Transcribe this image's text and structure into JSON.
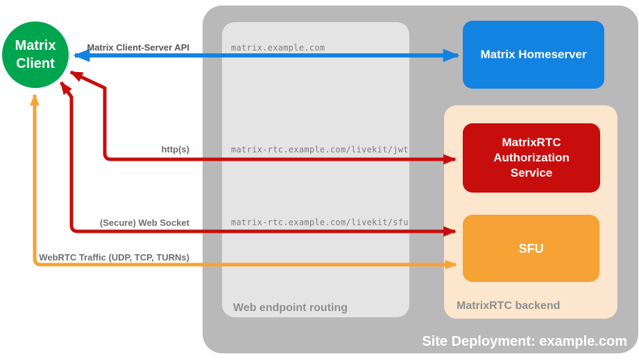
{
  "client": {
    "label": "Matrix Client"
  },
  "homeserver": {
    "label": "Matrix Homeserver"
  },
  "auth_service": {
    "label": "MatrixRTC Authorization Service"
  },
  "sfu": {
    "label": "SFU"
  },
  "containers": {
    "site_deployment": {
      "label": "Site Deployment: example.com"
    },
    "web_endpoint_routing": {
      "label": "Web endpoint routing"
    },
    "matrixrtc_backend": {
      "label": "MatrixRTC backend"
    }
  },
  "connections": [
    {
      "label": "Matrix Client-Server API",
      "endpoint": "matrix.example.com",
      "color": "#1383e2",
      "direction": "bidirectional",
      "from": "Matrix Client",
      "to": "Matrix Homeserver"
    },
    {
      "label": "http(s)",
      "endpoint": "matrix-rtc.example.com/livekit/jwt",
      "color": "#c80d0d",
      "direction": "bidirectional",
      "from": "Matrix Client",
      "to": "MatrixRTC Authorization Service"
    },
    {
      "label": "(Secure) Web Socket",
      "endpoint": "matrix-rtc.example.com/livekit/sfu",
      "color": "#c80d0d",
      "direction": "bidirectional",
      "from": "Matrix Client",
      "to": "SFU"
    },
    {
      "label": "WebRTC Traffic (UDP, TCP, TURNs)",
      "endpoint": "",
      "color": "#f7a234",
      "direction": "bidirectional",
      "from": "Matrix Client",
      "to": "SFU"
    }
  ],
  "colors": {
    "client_green": "#00a550",
    "homeserver_blue": "#1383e2",
    "auth_red": "#c80d0d",
    "sfu_orange": "#f7a234",
    "backend_peach": "#fce6cd",
    "outer_gray": "#b9b9b9",
    "routing_gray": "#e4e4e4"
  }
}
